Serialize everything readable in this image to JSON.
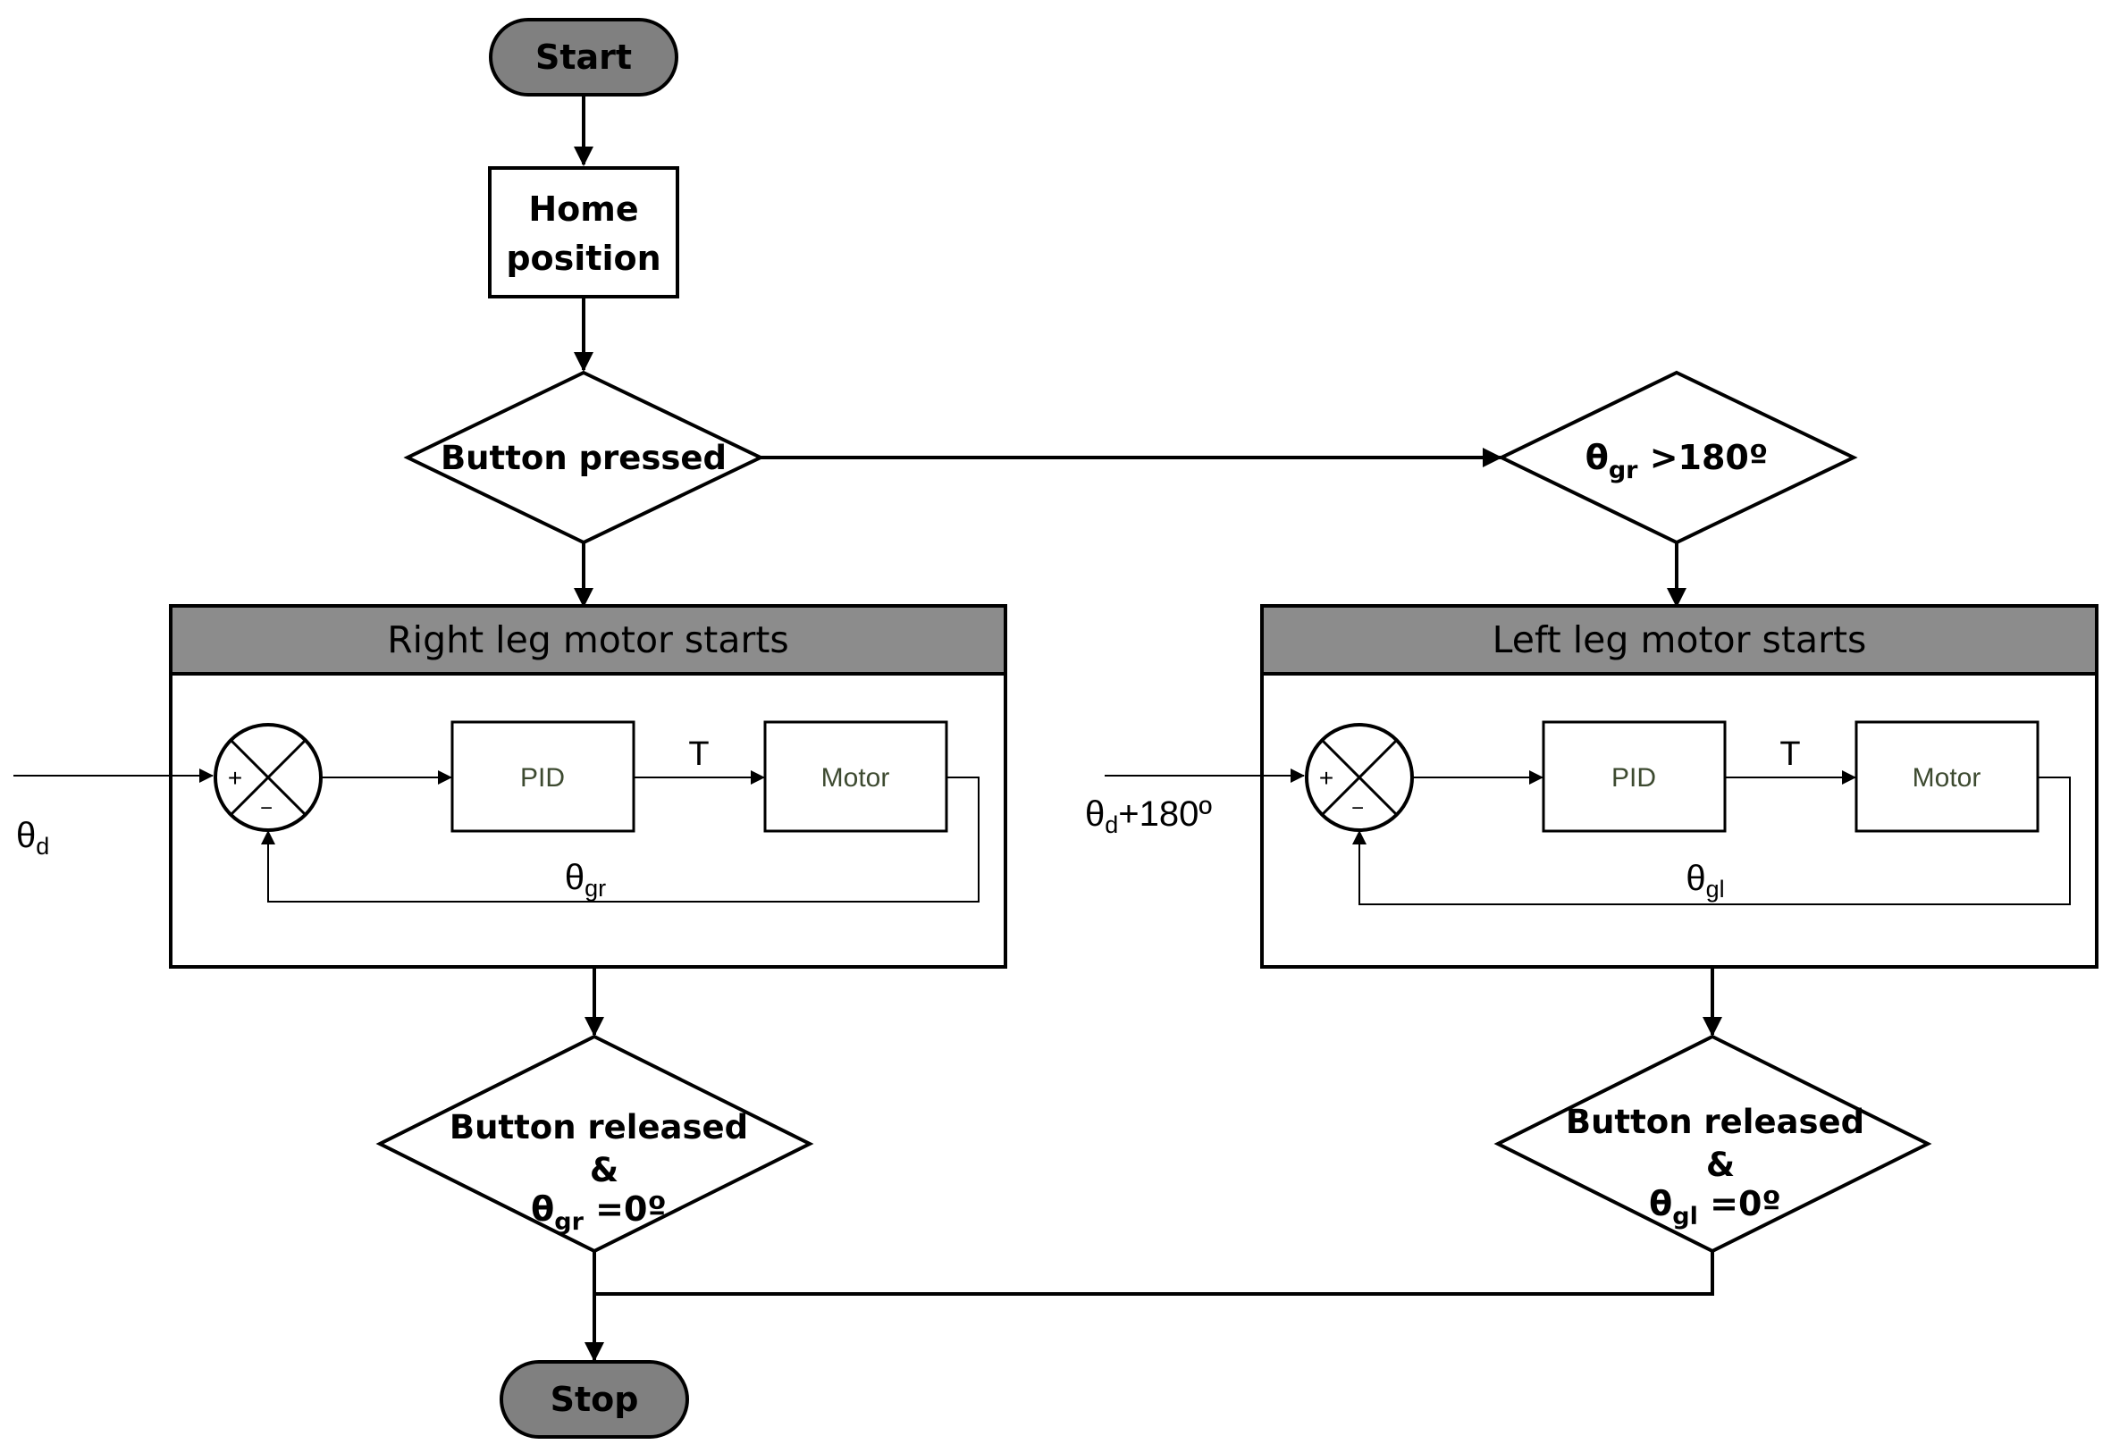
{
  "diagram": {
    "start": "Start",
    "home_line1": "Home",
    "home_line2": "position",
    "button_pressed": "Button pressed",
    "theta_symbol": "θ",
    "cond_right_sub": "gr",
    "cond_right_rest": " >180º",
    "right_header": "Right leg motor starts",
    "left_header": "Left leg motor starts",
    "right_input_sub": "d",
    "left_input_sub": "d",
    "left_input_rest": "+180º",
    "right_feedback_sub": "gr",
    "left_feedback_sub": "gl",
    "pid_label": "PID",
    "motor_label": "Motor",
    "torque_label": "T",
    "plus_sign": "+",
    "minus_sign": "−",
    "release_line1": "Button released",
    "release_line2": "&",
    "release_right_sub": "gr",
    "release_right_rest": " =0º",
    "release_left_sub": "gl",
    "release_left_rest": " =0º",
    "stop": "Stop",
    "colors": {
      "terminal_fill": "#808080",
      "header_fill": "#8c8c8c",
      "block_text": "#3d4a30"
    }
  }
}
